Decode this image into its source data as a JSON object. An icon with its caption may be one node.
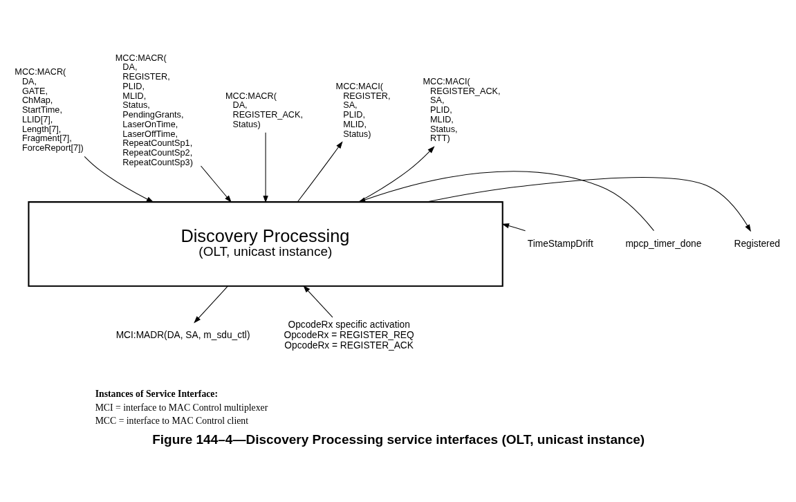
{
  "diagram": {
    "caption": "Figure 144–4—Discovery Processing service interfaces (OLT, unicast instance)",
    "nodes": [
      {
        "text": [
          "MCC:MACR( DA, GATE, ChMap, StartTime, LLID[7], Length[7], Fragment[7], ForceReport[7])"
        ]
      },
      {
        "text": [
          "MCC:MACR( DA, REGISTER, PLID, MLID, Status, PendingGrants, LaserOnTime, LaserOffTime, RepeatCountSp1, RepeatCountSp2, RepeatCountSp3)"
        ]
      },
      {
        "text": [
          "MCC:MACR( DA, REGISTER_ACK, Status)"
        ]
      },
      {
        "text": [
          "MCC:MACI( REGISTER, SA, PLID, MLID, Status)"
        ]
      },
      {
        "text": [
          "MCC:MACI( REGISTER_ACK, SA, PLID, MLID, Status, RTT)"
        ]
      },
      {
        "text": [
          "Discovery Processing",
          "(OLT, unicast instance)"
        ]
      },
      {
        "text": [
          "TimeStampDrift"
        ]
      },
      {
        "text": [
          "mpcp_timer_done"
        ]
      },
      {
        "text": [
          "Registered"
        ]
      },
      {
        "text": [
          "MCI:MADR(DA, SA, m_sdu_ctl)"
        ]
      },
      {
        "text": [
          "OpcodeRx specific activation",
          "OpcodeRx = REGISTER_REQ",
          "OpcodeRx = REGISTER_ACK"
        ]
      }
    ],
    "edges": [
      {
        "from": 0,
        "to": 5,
        "arrow": "to"
      },
      {
        "from": 1,
        "to": 5,
        "arrow": "to"
      },
      {
        "from": 2,
        "to": 5,
        "arrow": "to"
      },
      {
        "from": 5,
        "to": 3,
        "arrow": "to"
      },
      {
        "from": 5,
        "to": 4,
        "arrow": "to"
      },
      {
        "from": 6,
        "to": 5,
        "arrow": "to"
      },
      {
        "from": 7,
        "to": 5,
        "arrow": "to"
      },
      {
        "from": 5,
        "to": 8,
        "arrow": "to"
      },
      {
        "from": 5,
        "to": 9,
        "arrow": "to"
      },
      {
        "from": 10,
        "to": 5,
        "arrow": "to"
      }
    ],
    "labels": [
      "Instances of Service Interface:",
      "MCI = interface to MAC Control multiplexer",
      "MCC = interface to MAC Control client"
    ]
  }
}
